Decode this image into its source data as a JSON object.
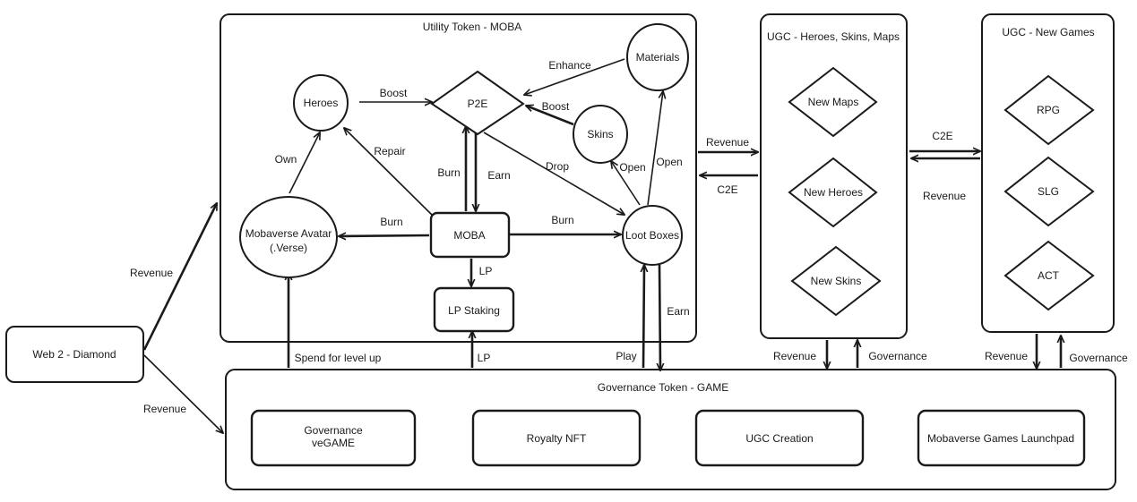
{
  "containers": {
    "utility_token": "Utility Token - MOBA",
    "ugc_heroes": "UGC - Heroes, Skins, Maps",
    "ugc_games": "UGC - New Games",
    "governance_token": "Governance Token - GAME"
  },
  "nodes": {
    "heroes": "Heroes",
    "p2e": "P2E",
    "materials": "Materials",
    "skins": "Skins",
    "avatar_line1": "Mobaverse Avatar",
    "avatar_line2": "(.Verse)",
    "moba": "MOBA",
    "loot_boxes": "Loot Boxes",
    "lp_staking": "LP Staking",
    "new_maps": "New Maps",
    "new_heroes": "New Heroes",
    "new_skins": "New Skins",
    "rpg": "RPG",
    "slg": "SLG",
    "act": "ACT",
    "web2": "Web 2 - Diamond",
    "gov_line1": "Governance",
    "gov_line2": "veGAME",
    "royalty_nft": "Royalty NFT",
    "ugc_creation": "UGC Creation",
    "launchpad": "Mobaverse Games Launchpad"
  },
  "edge_labels": {
    "boost_heroes": "Boost",
    "enhance": "Enhance",
    "boost_skins": "Boost",
    "own": "Own",
    "repair": "Repair",
    "burn_p2e": "Burn",
    "earn_p2e": "Earn",
    "drop": "Drop",
    "open_skins": "Open",
    "open_materials": "Open",
    "burn_avatar": "Burn",
    "burn_loot": "Burn",
    "lp_moba": "LP",
    "revenue_ugc": "Revenue",
    "c2e_ugc": "C2E",
    "c2e_games": "C2E",
    "revenue_games": "Revenue",
    "revenue_web2_top": "Revenue",
    "revenue_web2_bottom": "Revenue",
    "spend_level_up": "Spend for level up",
    "lp_gov": "LP",
    "play": "Play",
    "earn_gov": "Earn",
    "revenue_ugc1_down": "Revenue",
    "governance_ugc1": "Governance",
    "revenue_ugc2_down": "Revenue",
    "governance_ugc2": "Governance"
  }
}
